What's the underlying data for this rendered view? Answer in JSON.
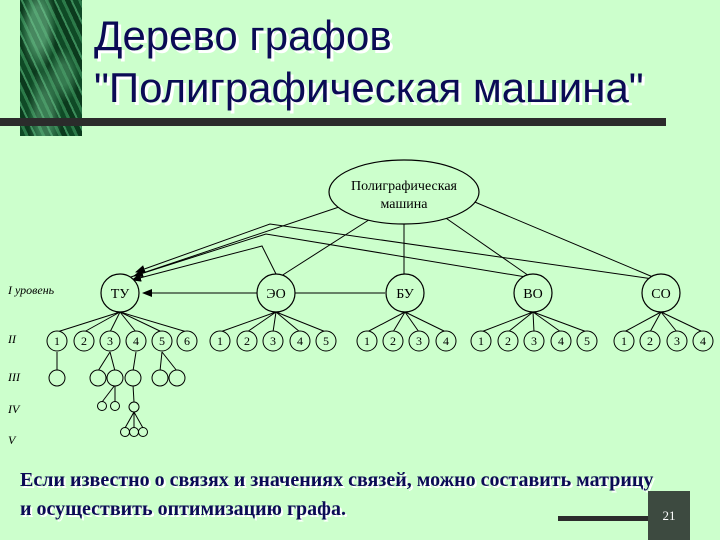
{
  "slide": {
    "title_line1": "Дерево графов",
    "title_line2": "\"Полиграфическая машина\"",
    "caption": "Если известно о связях и значениях связей, можно составить матрицу и осуществить оптимизацию графа.",
    "page_number": "21"
  },
  "diagram": {
    "root": {
      "line1": "Полиграфическая",
      "line2": "машина"
    },
    "levels": [
      "I уровень",
      "II",
      "III",
      "IV",
      "V"
    ],
    "level1": [
      {
        "id": "TU",
        "label": "ТУ",
        "children": [
          "1",
          "2",
          "3",
          "4",
          "5",
          "6"
        ]
      },
      {
        "id": "EO",
        "label": "ЭО",
        "children": [
          "1",
          "2",
          "3",
          "4",
          "5"
        ]
      },
      {
        "id": "BU",
        "label": "БУ",
        "children": [
          "1",
          "2",
          "3",
          "4"
        ]
      },
      {
        "id": "VO",
        "label": "ВО",
        "children": [
          "1",
          "2",
          "3",
          "4",
          "5"
        ]
      },
      {
        "id": "SO",
        "label": "СО",
        "children": [
          "1",
          "2",
          "3",
          "4"
        ]
      }
    ]
  },
  "colors": {
    "background": "#ccffcc",
    "title": "#0b0b55",
    "lines": "#000000"
  }
}
